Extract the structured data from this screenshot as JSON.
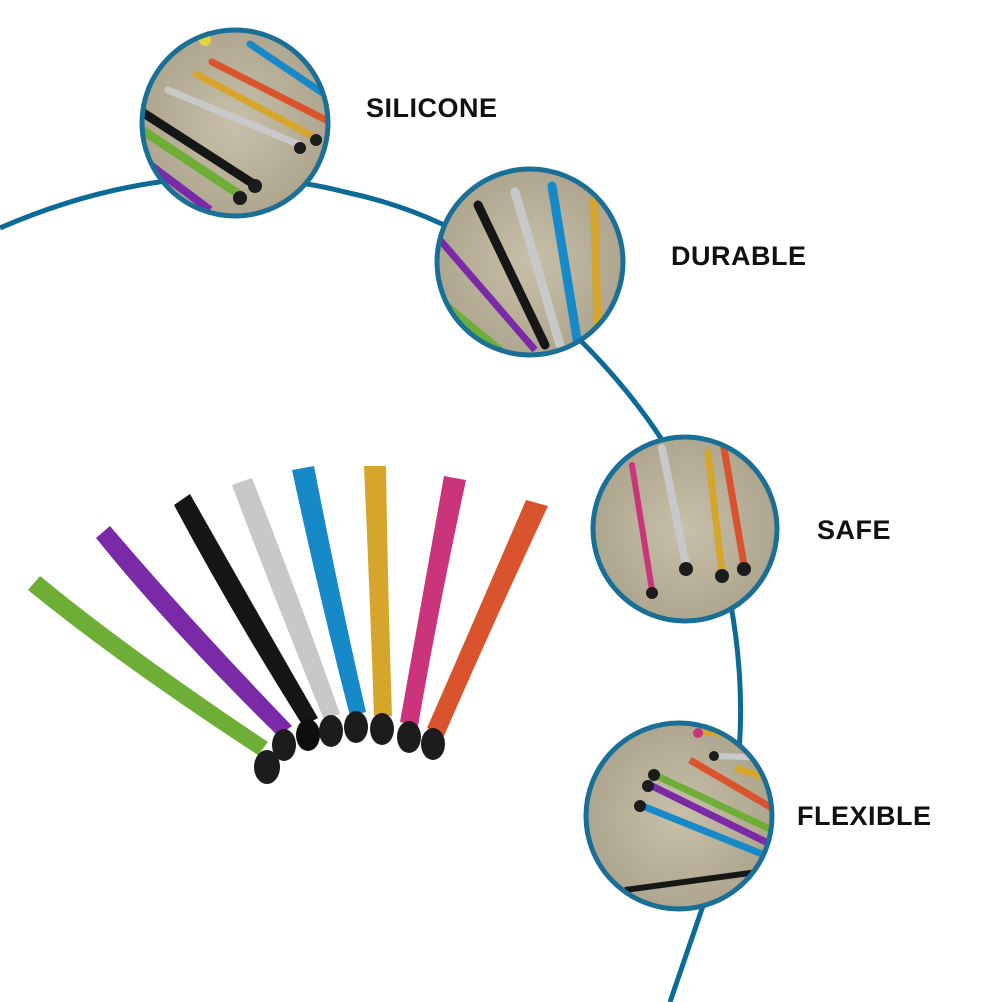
{
  "features": [
    {
      "label": "SILICONE"
    },
    {
      "label": "DURABLE"
    },
    {
      "label": "SAFE"
    },
    {
      "label": "FLEXIBLE"
    }
  ],
  "colors": {
    "arc": "#0c6a96",
    "callout_ring": "#1a6f97",
    "background_surface": "#bdb49e",
    "stylus_colors": [
      "#6fae36",
      "#7a2aa6",
      "#161616",
      "#c8c8c8",
      "#1689c9",
      "#d6a52c",
      "#c9347a",
      "#d9532c"
    ]
  },
  "icons": {
    "main": "stylus-pen-fan-image",
    "callouts": [
      "silicone-tip-closeup-icon",
      "durable-body-closeup-icon",
      "safe-tip-closeup-icon",
      "flexible-pens-closeup-icon"
    ]
  }
}
